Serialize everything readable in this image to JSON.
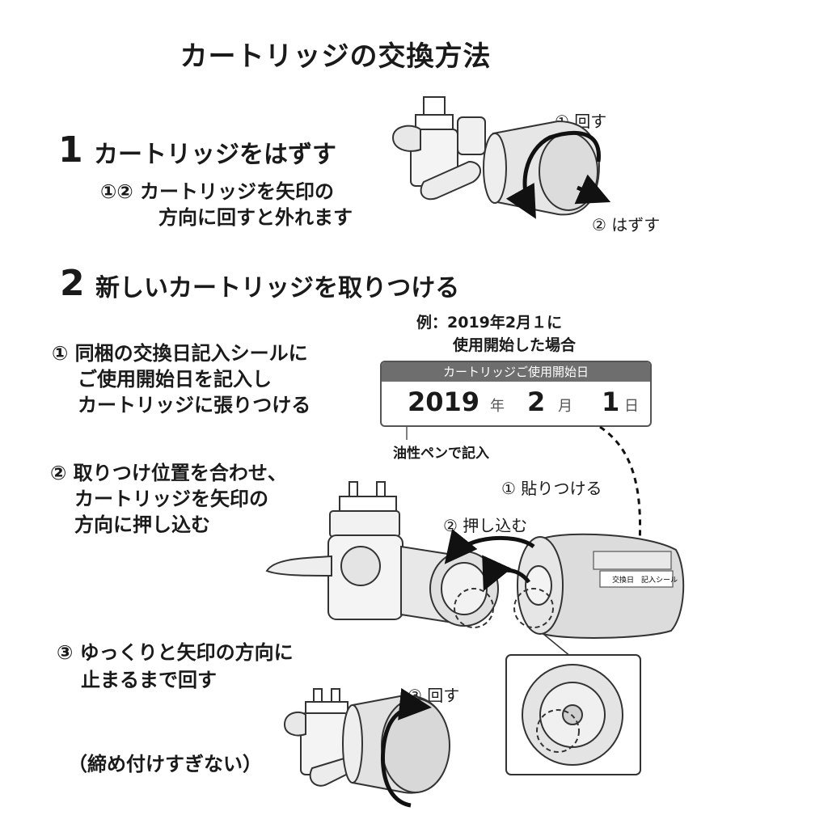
{
  "title": "カートリッジの交換方法",
  "step1": {
    "number": "1",
    "heading": "カートリッジをはずす",
    "line1": "①② カートリッジを矢印の",
    "line2": "方向に回すと外れます",
    "label_rotate": "① 回す",
    "label_remove": "② はずす"
  },
  "step2": {
    "number": "2",
    "heading": "新しいカートリッジを取りつける",
    "example_line1": "例：2019年2月１に",
    "example_line2": "使用開始した場合",
    "sub1": [
      "① 同梱の交換日記入シールに",
      "ご使用開始日を記入し",
      "カートリッジに張りつける"
    ],
    "sticker": {
      "header": "カートリッジご使用開始日",
      "year": "2019",
      "year_unit": "年",
      "month": "2",
      "month_unit": "月",
      "day": "1",
      "day_unit": "日"
    },
    "pen_note": "油性ペンで記入",
    "label_stick": "① 貼りつける",
    "sub2": [
      "② 取りつけ位置を合わせ、",
      "カートリッジを矢印の",
      "方向に押し込む"
    ],
    "label_push": "② 押し込む",
    "cartridge_sticker": "交換日　記入シール",
    "sub3": [
      "③ ゆっくりと矢印の方向に",
      "止まるまで回す"
    ],
    "note": "（締め付けすぎない）",
    "label_turn": "③ 回す"
  }
}
